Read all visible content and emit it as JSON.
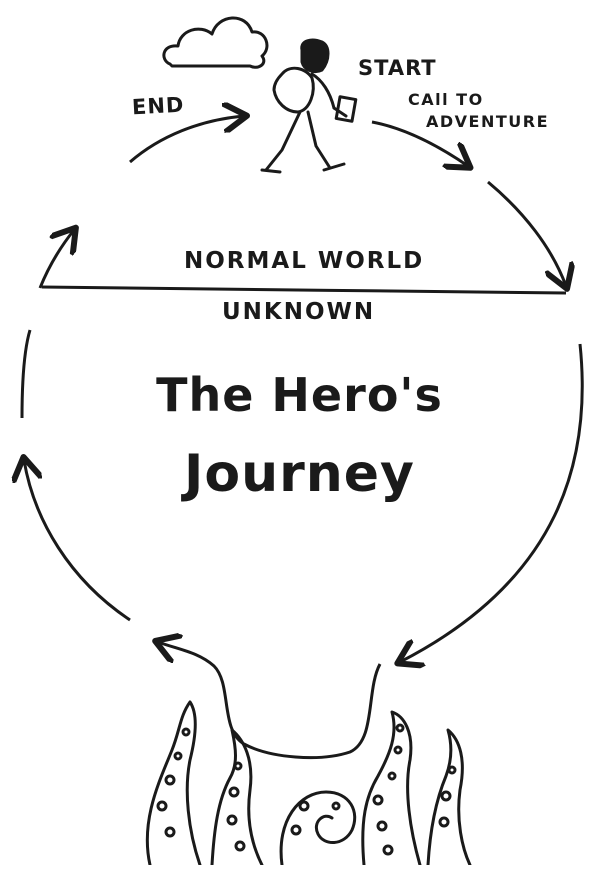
{
  "diagram": {
    "title_line1": "The Hero's",
    "title_line2": "Journey",
    "labels": {
      "end": "END",
      "start": "START",
      "call_line1": "CAll TO",
      "call_line2": "ADVENTURE",
      "normal_world": "NORMAL WORLD",
      "unknown": "UNKNOWN"
    },
    "ink_color": "#1a1a1a"
  }
}
